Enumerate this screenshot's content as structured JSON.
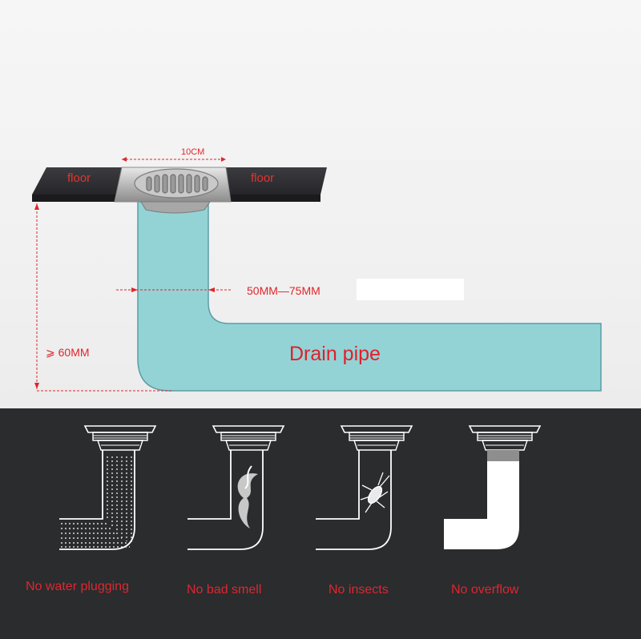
{
  "diagram": {
    "floor_left_label": "floor",
    "floor_right_label": "floor",
    "drain_width_label": "10CM",
    "pipe_diameter_label": "50MM—75MM",
    "depth_label": "⩾ 60MM",
    "pipe_label": "Drain pipe"
  },
  "features": {
    "items": [
      {
        "label": "No water plugging",
        "icon": "water-flow-pipe-icon"
      },
      {
        "label": "No bad smell",
        "icon": "smell-pipe-icon"
      },
      {
        "label": "No insects",
        "icon": "insect-pipe-icon"
      },
      {
        "label": "No overflow",
        "icon": "sealed-pipe-icon"
      }
    ]
  },
  "colors": {
    "pipe_fill": "#93d3d6",
    "pipe_stroke": "#5b9ea6",
    "floor": "#2f2f33",
    "dimension": "#e0252b",
    "feature_bg": "#2a2c2e",
    "feature_text": "#e0262e"
  }
}
